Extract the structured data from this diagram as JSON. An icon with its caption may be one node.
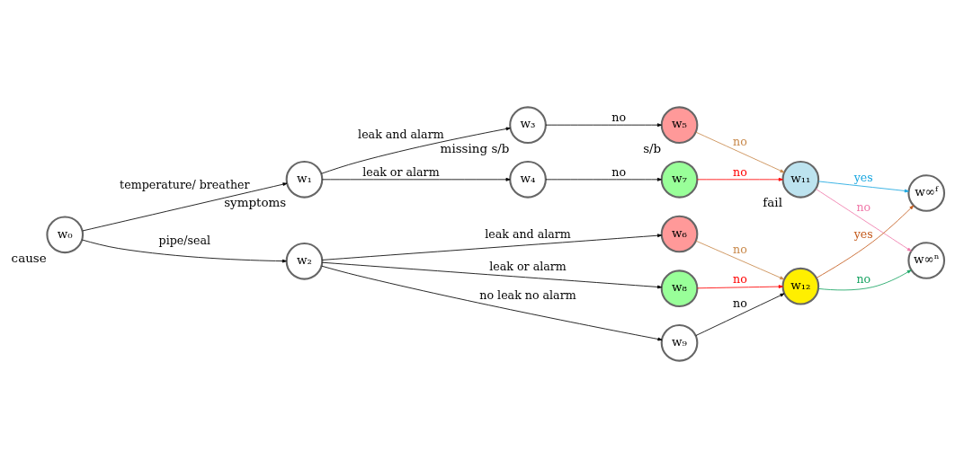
{
  "diagram": {
    "nodes": [
      {
        "text": [
          "w₀"
        ],
        "beside": [
          "cause"
        ]
      },
      {
        "text": [
          "w₁"
        ],
        "beside": [
          "symptoms"
        ]
      },
      {
        "text": [
          "w₂"
        ]
      },
      {
        "text": [
          "w₃"
        ],
        "beside": [
          "missing s/b"
        ]
      },
      {
        "text": [
          "w₄"
        ]
      },
      {
        "text": [
          "w₅"
        ],
        "beside": [
          "s/b"
        ]
      },
      {
        "text": [
          "w₆"
        ]
      },
      {
        "text": [
          "w₇"
        ]
      },
      {
        "text": [
          "w₈"
        ]
      },
      {
        "text": [
          "w₉"
        ]
      },
      {
        "text": [
          "w₁₁"
        ],
        "beside": [
          "fail"
        ]
      },
      {
        "text": [
          "w₁₂"
        ]
      },
      {
        "text": [
          "w∞ᶠ"
        ]
      },
      {
        "text": [
          "w∞ⁿ"
        ]
      }
    ],
    "edges": [
      {
        "from": 0,
        "to": 1,
        "arrow": "to",
        "label": "temperature/ breather"
      },
      {
        "from": 0,
        "to": 2,
        "arrow": "to",
        "label": "pipe/seal"
      },
      {
        "from": 1,
        "to": 3,
        "arrow": "to",
        "label": "leak and alarm"
      },
      {
        "from": 1,
        "to": 4,
        "arrow": "to",
        "label": "leak or alarm"
      },
      {
        "from": 3,
        "to": 5,
        "arrow": "to",
        "label": "no"
      },
      {
        "from": 4,
        "to": 7,
        "arrow": "to",
        "label": "no"
      },
      {
        "from": 2,
        "to": 6,
        "arrow": "to",
        "label": "leak and alarm"
      },
      {
        "from": 2,
        "to": 8,
        "arrow": "to",
        "label": "leak or alarm"
      },
      {
        "from": 2,
        "to": 9,
        "arrow": "to",
        "label": "no leak no alarm"
      },
      {
        "from": 5,
        "to": 10,
        "arrow": "to",
        "label": "no",
        "color": "#c8884a"
      },
      {
        "from": 6,
        "to": 11,
        "arrow": "to",
        "label": "no",
        "color": "#c8884a"
      },
      {
        "from": 7,
        "to": 10,
        "arrow": "to",
        "label": "no",
        "color": "#ff0000"
      },
      {
        "from": 8,
        "to": 11,
        "arrow": "to",
        "label": "no",
        "color": "#ff0000"
      },
      {
        "from": 9,
        "to": 11,
        "arrow": "to",
        "label": "no"
      },
      {
        "from": 10,
        "to": 12,
        "arrow": "to",
        "label": "yes",
        "color": "#1ba7e0"
      },
      {
        "from": 10,
        "to": 13,
        "arrow": "to",
        "label": "no",
        "color": "#f07aaa"
      },
      {
        "from": 11,
        "to": 12,
        "arrow": "to",
        "label": "yes",
        "color": "#c45a1c"
      },
      {
        "from": 11,
        "to": 13,
        "arrow": "to",
        "label": "no",
        "color": "#19a463"
      }
    ]
  }
}
